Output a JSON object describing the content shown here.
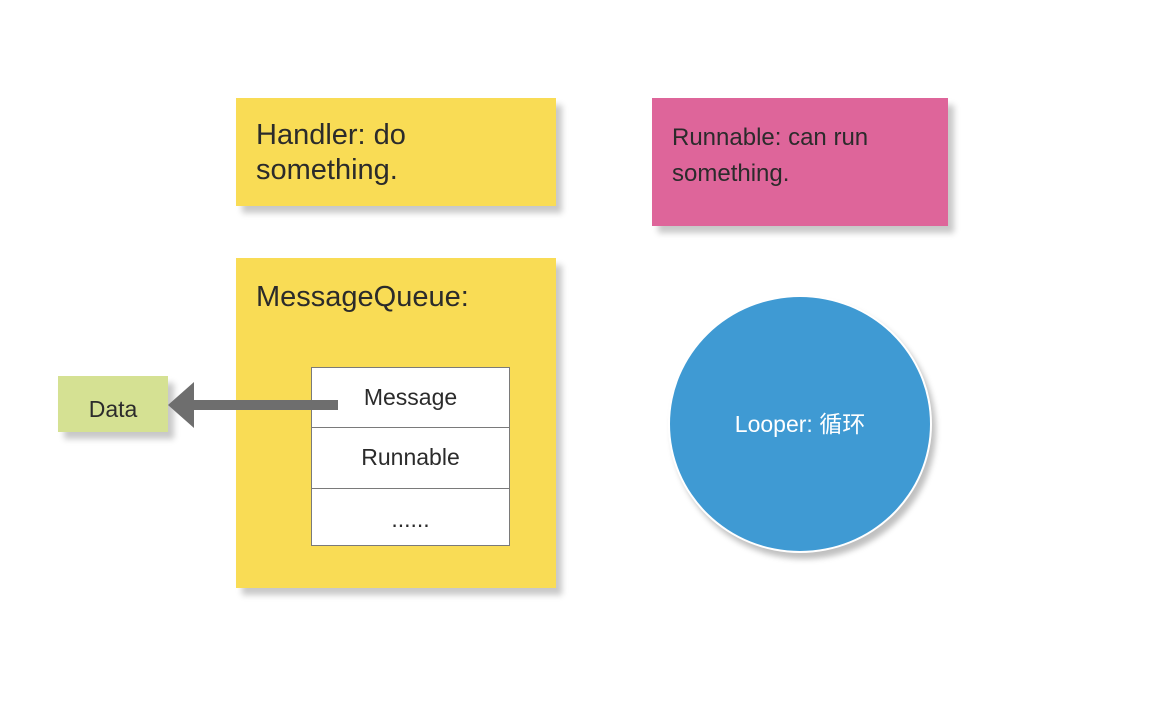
{
  "handler": {
    "text": "Handler: do\nsomething."
  },
  "runnable": {
    "text": "Runnable: can run\nsomething."
  },
  "message_queue": {
    "title": "MessageQueue:",
    "items": [
      "Message",
      "Runnable",
      "......"
    ]
  },
  "data_box": {
    "label": "Data"
  },
  "looper": {
    "label": "Looper: 循环"
  },
  "colors": {
    "yellow_note": "#f9dc55",
    "pink_note": "#de659a",
    "green_note": "#d5e193",
    "blue_circle": "#3f9ad3",
    "arrow": "#6e6e6e"
  }
}
